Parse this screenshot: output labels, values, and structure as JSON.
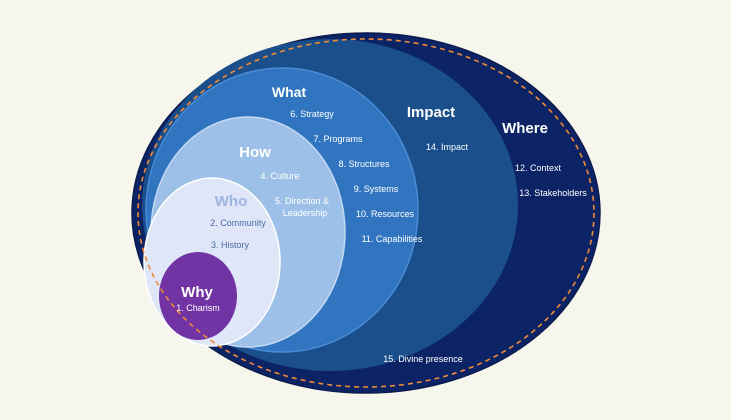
{
  "colors": {
    "background": "#f7f6ec",
    "where": "#0c2466",
    "impact": "#1b4f8c",
    "what": "#3175c0",
    "how": "#9dc0e8",
    "who": "#dfe6f7",
    "why": "#7234a4",
    "dashed_outline": "#f08a35"
  },
  "layers": {
    "where": {
      "title": "Where",
      "items": [
        "12. Context",
        "13. Stakeholders"
      ]
    },
    "impact": {
      "title": "Impact",
      "items": [
        "14. Impact"
      ]
    },
    "what": {
      "title": "What",
      "items": [
        "6. Strategy",
        "7. Programs",
        "8. Structures",
        "9. Systems",
        "10. Resources",
        "11. Capabilities"
      ]
    },
    "how": {
      "title": "How",
      "items": [
        "4. Culture",
        "5. Direction &",
        "Leadership"
      ]
    },
    "who": {
      "title": "Who",
      "items": [
        "2. Community",
        "3. History"
      ]
    },
    "why": {
      "title": "Why",
      "items": [
        "1. Charism"
      ]
    }
  },
  "outer_label": "15. Divine presence"
}
